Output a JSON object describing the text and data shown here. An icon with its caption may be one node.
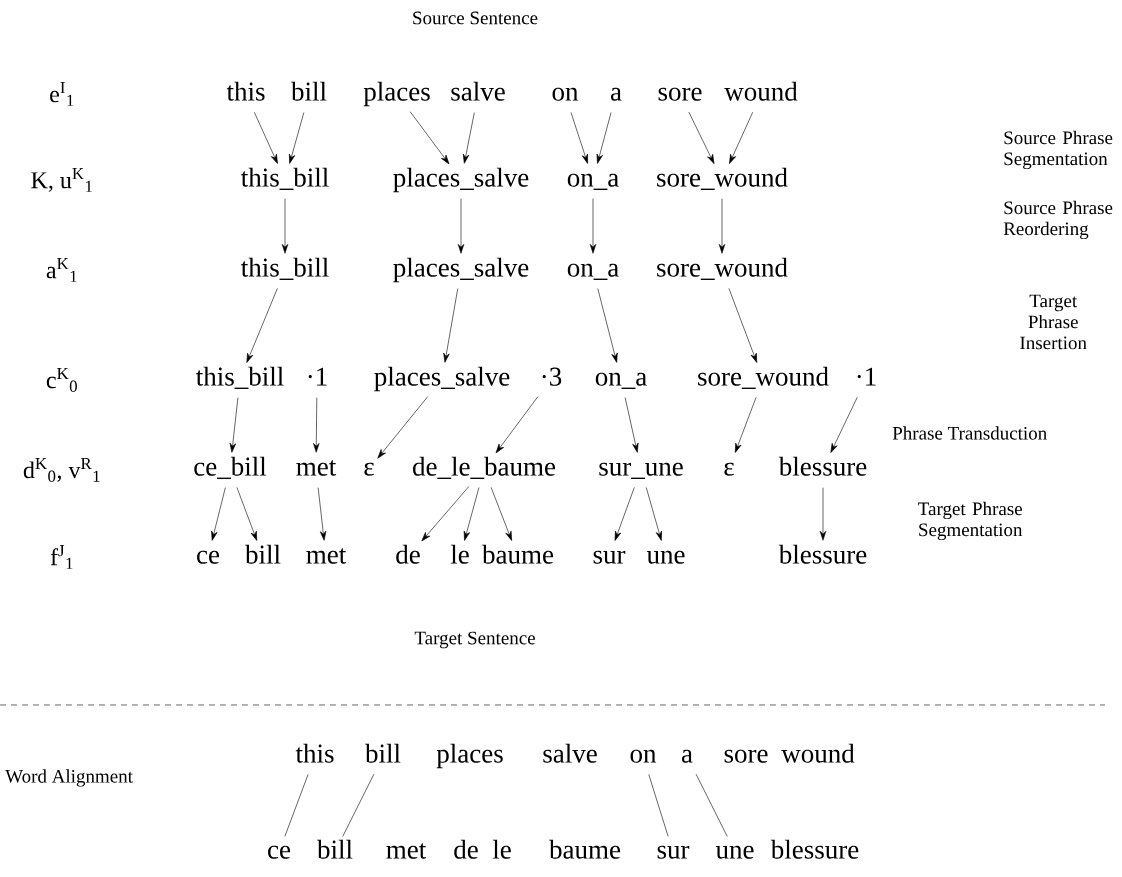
{
  "diagram": {
    "nodes": [
      {
        "text": [
          "this"
        ]
      },
      {
        "text": [
          "bill"
        ]
      },
      {
        "text": [
          "places"
        ]
      },
      {
        "text": [
          "salve"
        ]
      },
      {
        "text": [
          "on"
        ]
      },
      {
        "text": [
          "a"
        ]
      },
      {
        "text": [
          "sore"
        ]
      },
      {
        "text": [
          "wound"
        ]
      },
      {
        "text": [
          "this_bill"
        ]
      },
      {
        "text": [
          "places_salve"
        ]
      },
      {
        "text": [
          "on_a"
        ]
      },
      {
        "text": [
          "sore_wound"
        ]
      },
      {
        "text": [
          "this_bill"
        ]
      },
      {
        "text": [
          "places_salve"
        ]
      },
      {
        "text": [
          "on_a"
        ]
      },
      {
        "text": [
          "sore_wound"
        ]
      },
      {
        "text": [
          "this_bill"
        ]
      },
      {
        "text": [
          "·1"
        ]
      },
      {
        "text": [
          "places_salve"
        ]
      },
      {
        "text": [
          "·3"
        ]
      },
      {
        "text": [
          "on_a"
        ]
      },
      {
        "text": [
          "sore_wound"
        ]
      },
      {
        "text": [
          "·1"
        ]
      },
      {
        "text": [
          "ce_bill"
        ]
      },
      {
        "text": [
          "met"
        ]
      },
      {
        "text": [
          "ε"
        ]
      },
      {
        "text": [
          "de_le_baume"
        ]
      },
      {
        "text": [
          "sur_une"
        ]
      },
      {
        "text": [
          "ε"
        ]
      },
      {
        "text": [
          "blessure"
        ]
      },
      {
        "text": [
          "ce"
        ]
      },
      {
        "text": [
          "bill"
        ]
      },
      {
        "text": [
          "met"
        ]
      },
      {
        "text": [
          "de"
        ]
      },
      {
        "text": [
          "le"
        ]
      },
      {
        "text": [
          "baume"
        ]
      },
      {
        "text": [
          "sur"
        ]
      },
      {
        "text": [
          "une"
        ]
      },
      {
        "text": [
          "blessure"
        ]
      },
      {
        "text": [
          "this"
        ]
      },
      {
        "text": [
          "bill"
        ]
      },
      {
        "text": [
          "places"
        ]
      },
      {
        "text": [
          "salve"
        ]
      },
      {
        "text": [
          "on"
        ]
      },
      {
        "text": [
          "a"
        ]
      },
      {
        "text": [
          "sore"
        ]
      },
      {
        "text": [
          "wound"
        ]
      },
      {
        "text": [
          "ce"
        ]
      },
      {
        "text": [
          "bill"
        ]
      },
      {
        "text": [
          "met"
        ]
      },
      {
        "text": [
          "de"
        ]
      },
      {
        "text": [
          "le"
        ]
      },
      {
        "text": [
          "baume"
        ]
      },
      {
        "text": [
          "sur"
        ]
      },
      {
        "text": [
          "une"
        ]
      },
      {
        "text": [
          "blessure"
        ]
      }
    ],
    "edges": [
      {
        "from": 0,
        "to": 8,
        "arrow": "to"
      },
      {
        "from": 1,
        "to": 8,
        "arrow": "to"
      },
      {
        "from": 2,
        "to": 9,
        "arrow": "to"
      },
      {
        "from": 3,
        "to": 9,
        "arrow": "to"
      },
      {
        "from": 4,
        "to": 10,
        "arrow": "to"
      },
      {
        "from": 5,
        "to": 10,
        "arrow": "to"
      },
      {
        "from": 6,
        "to": 11,
        "arrow": "to"
      },
      {
        "from": 7,
        "to": 11,
        "arrow": "to"
      },
      {
        "from": 8,
        "to": 12,
        "arrow": "to"
      },
      {
        "from": 9,
        "to": 13,
        "arrow": "to"
      },
      {
        "from": 10,
        "to": 14,
        "arrow": "to"
      },
      {
        "from": 11,
        "to": 15,
        "arrow": "to"
      },
      {
        "from": 12,
        "to": 16,
        "arrow": "to"
      },
      {
        "from": 13,
        "to": 18,
        "arrow": "to"
      },
      {
        "from": 14,
        "to": 20,
        "arrow": "to"
      },
      {
        "from": 15,
        "to": 21,
        "arrow": "to"
      },
      {
        "from": 16,
        "to": 23,
        "arrow": "to"
      },
      {
        "from": 17,
        "to": 24,
        "arrow": "to"
      },
      {
        "from": 18,
        "to": 25,
        "arrow": "to"
      },
      {
        "from": 19,
        "to": 26,
        "arrow": "to"
      },
      {
        "from": 20,
        "to": 27,
        "arrow": "to"
      },
      {
        "from": 21,
        "to": 28,
        "arrow": "to"
      },
      {
        "from": 22,
        "to": 29,
        "arrow": "to"
      },
      {
        "from": 23,
        "to": 30,
        "arrow": "to"
      },
      {
        "from": 23,
        "to": 31,
        "arrow": "to"
      },
      {
        "from": 24,
        "to": 32,
        "arrow": "to"
      },
      {
        "from": 26,
        "to": 33,
        "arrow": "to"
      },
      {
        "from": 26,
        "to": 34,
        "arrow": "to"
      },
      {
        "from": 26,
        "to": 35,
        "arrow": "to"
      },
      {
        "from": 27,
        "to": 36,
        "arrow": "to"
      },
      {
        "from": 27,
        "to": 37,
        "arrow": "to"
      },
      {
        "from": 29,
        "to": 38,
        "arrow": "to"
      },
      {
        "from": 39,
        "to": 47,
        "arrow": "none"
      },
      {
        "from": 40,
        "to": 48,
        "arrow": "none"
      },
      {
        "from": 43,
        "to": 53,
        "arrow": "none"
      },
      {
        "from": 44,
        "to": 54,
        "arrow": "none"
      }
    ],
    "labels": [
      "Source Sentence",
      "e$^{I}$$_{1}$",
      "Source Phrase Segmentation",
      "K, u$^{K}$$_{1}$",
      "Source Phrase Reordering",
      "a$^{K}$$_{1}$",
      "Target Phrase Insertion",
      "c$^{K}$$_{0}$",
      "Phrase Transduction",
      "d$^{K}$$_{0}$, v$^{R}$$_{1}$",
      "Target Phrase Segmentation",
      "f$^{J}$$_{1}$",
      "Target Sentence",
      "Word Alignment"
    ]
  }
}
